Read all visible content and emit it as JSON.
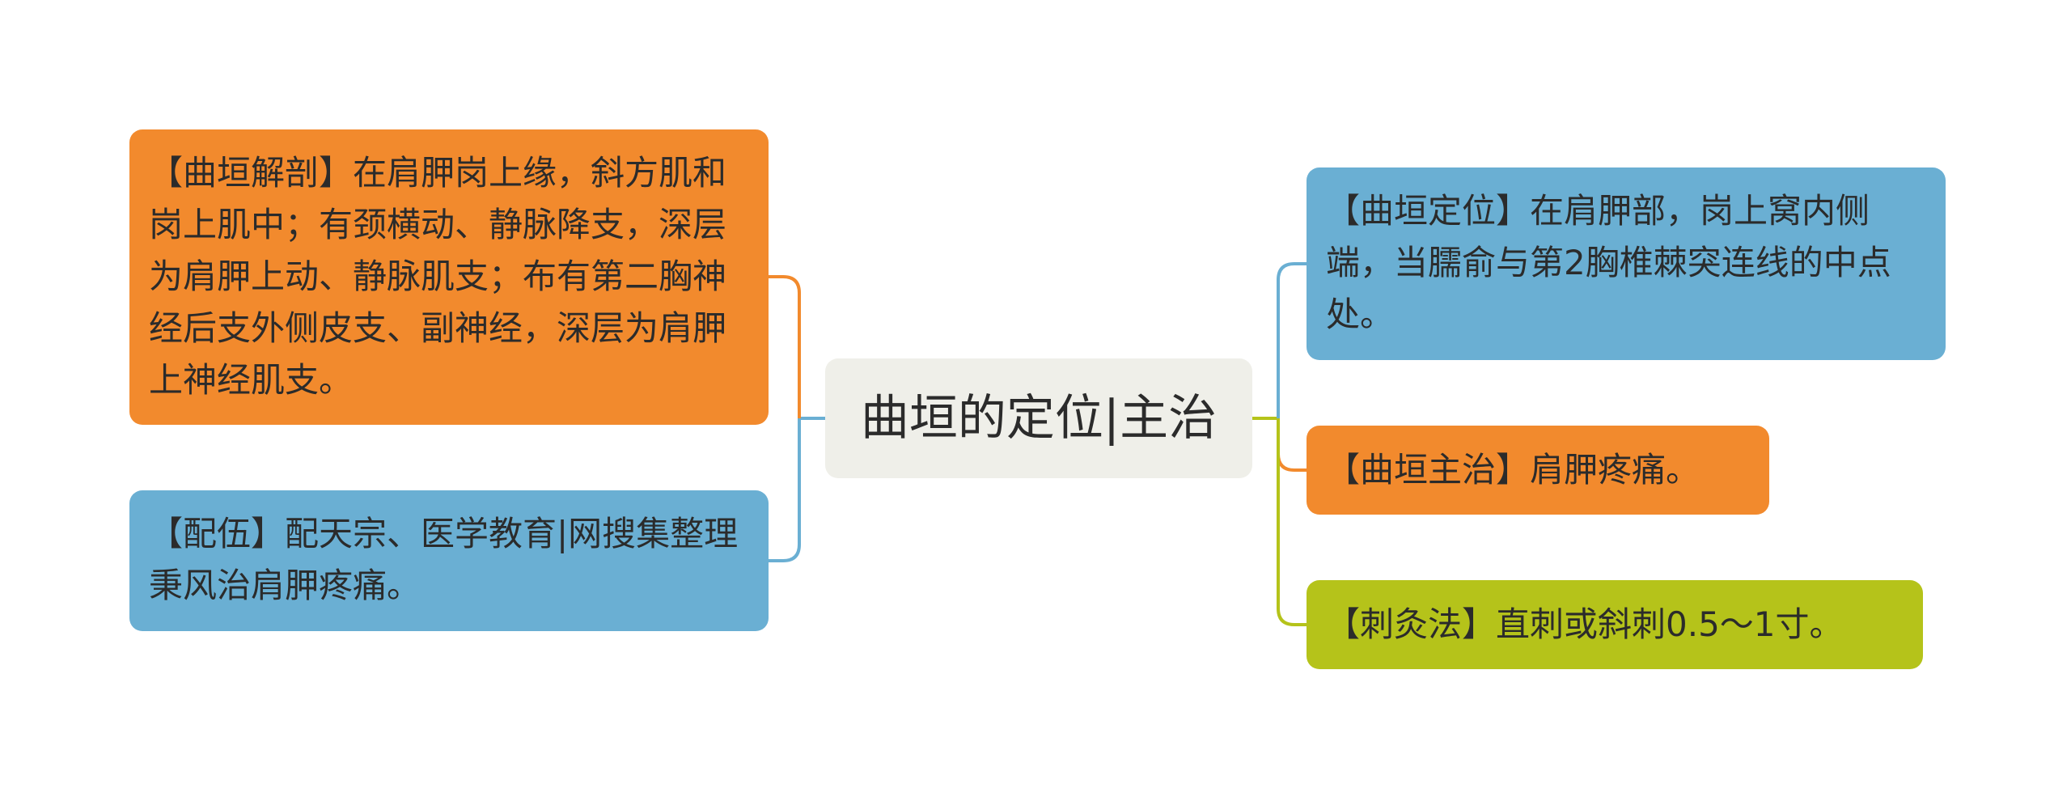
{
  "center": {
    "title": "曲垣的定位|主治"
  },
  "left_nodes": [
    {
      "text": "【曲垣解剖】在肩胛岗上缘，斜方肌和岗上肌中；有颈横动、静脉降支，深层为肩胛上动、静脉肌支；布有第二胸神经后支外侧皮支、副神经，深层为肩胛上神经肌支。",
      "color": "#f28a2d"
    },
    {
      "text": "【配伍】配天宗、医学教育|网搜集整理秉风治肩胛疼痛。",
      "color": "#6aafd3"
    }
  ],
  "right_nodes": [
    {
      "text": "【曲垣定位】在肩胛部，岗上窝内侧端，当臑俞与第2胸椎棘突连线的中点处。",
      "color": "#6aafd3"
    },
    {
      "text": "【曲垣主治】肩胛疼痛。",
      "color": "#f28a2d"
    },
    {
      "text": "【刺灸法】直刺或斜刺0.5～1寸。",
      "color": "#b5c31a"
    }
  ],
  "colors": {
    "center_bg": "#efefe9",
    "orange": "#f28a2d",
    "blue": "#6aafd3",
    "green": "#b5c31a"
  }
}
